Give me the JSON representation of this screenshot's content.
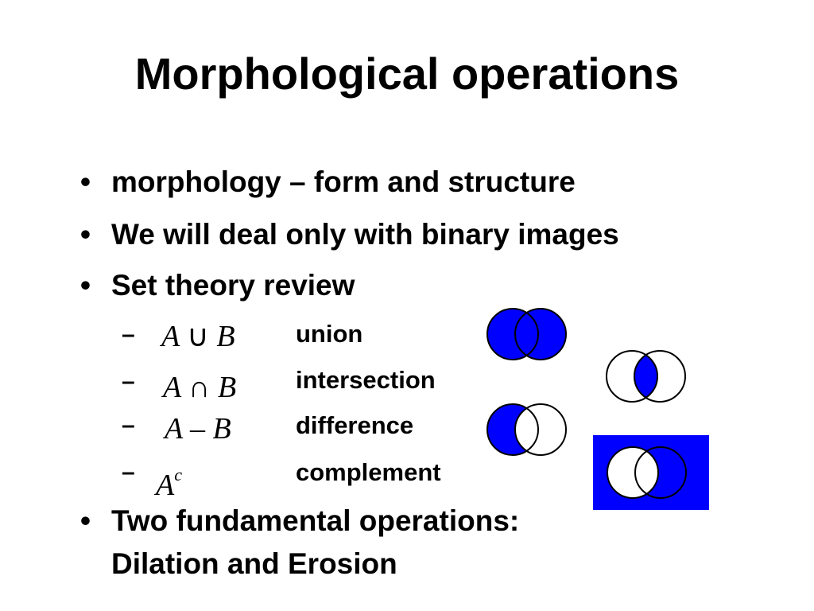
{
  "slide": {
    "title": "Morphological operations",
    "bullet_symbol": "•",
    "dash_symbol": "–",
    "bullets": [
      {
        "text": "morphology – form and structure"
      },
      {
        "text": "We will deal only with binary images"
      },
      {
        "text": "Set theory review"
      },
      {
        "text_line1": "Two fundamental operations:",
        "text_line2": "Dilation and Erosion"
      }
    ],
    "set_ops": [
      {
        "lhs": "A",
        "op": "∪",
        "rhs": "B",
        "label": "union"
      },
      {
        "lhs": "A",
        "op": "∩",
        "rhs": "B",
        "label": "intersection"
      },
      {
        "lhs": "A",
        "op": "–",
        "rhs": "B",
        "label": "difference"
      },
      {
        "lhs": "A",
        "sup": "c",
        "label": "complement"
      }
    ]
  },
  "colors": {
    "fill": "#0000ff",
    "stroke": "#000000",
    "background": "#ffffff"
  }
}
